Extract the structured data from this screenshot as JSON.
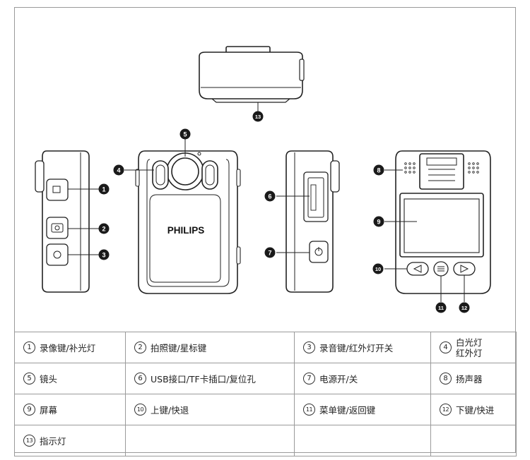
{
  "brand": "PHILIPS",
  "markers": [
    "1",
    "2",
    "3",
    "4",
    "5",
    "6",
    "7",
    "8",
    "9",
    "10",
    "11",
    "12",
    "13"
  ],
  "legend": [
    [
      {
        "n": "1",
        "t": "录像键/补光灯"
      },
      {
        "n": "2",
        "t": "拍照键/星标键"
      },
      {
        "n": "3",
        "t": "录音键/红外灯开关"
      },
      {
        "n": "4",
        "t": "白光灯",
        "t2": "红外灯"
      }
    ],
    [
      {
        "n": "5",
        "t": "镜头"
      },
      {
        "n": "6",
        "t": "USB接口/TF卡插口/复位孔"
      },
      {
        "n": "7",
        "t": "电源开/关"
      },
      {
        "n": "8",
        "t": "扬声器"
      }
    ],
    [
      {
        "n": "9",
        "t": "屏幕"
      },
      {
        "n": "10",
        "t": "上键/快退"
      },
      {
        "n": "11",
        "t": "菜单键/返回键"
      },
      {
        "n": "12",
        "t": "下键/快进"
      }
    ],
    [
      {
        "n": "13",
        "t": "指示灯"
      }
    ]
  ]
}
